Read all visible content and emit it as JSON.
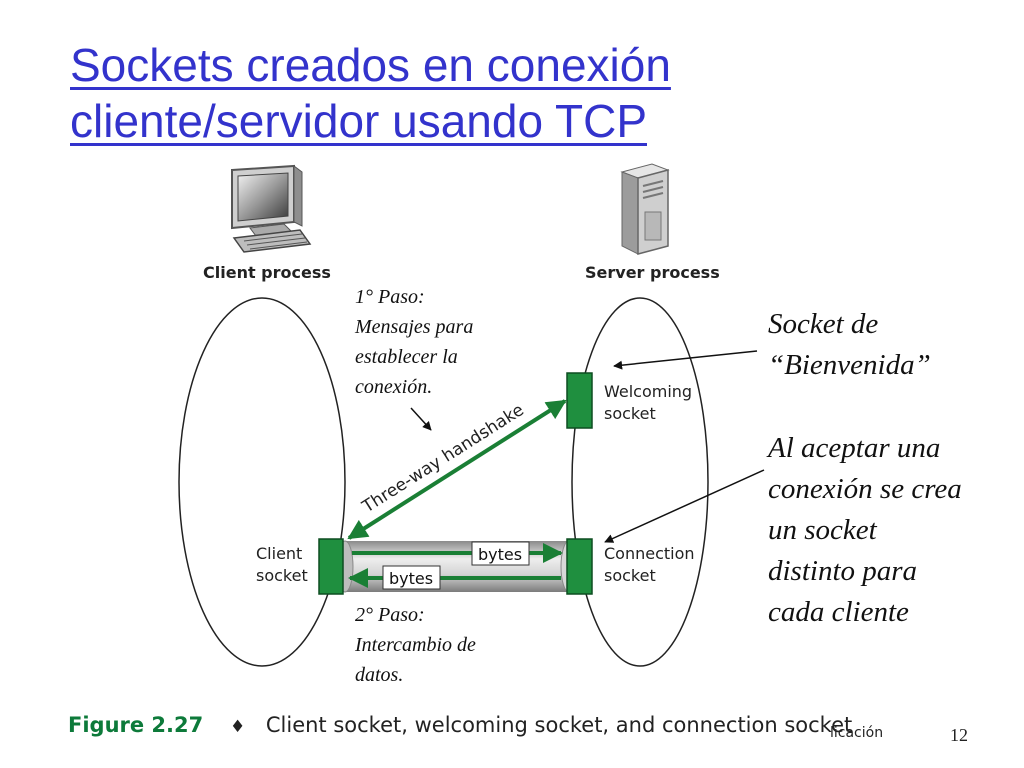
{
  "slide": {
    "title_line1": "Sockets creados en conexión",
    "title_line2": "cliente/servidor usando TCP",
    "page_number": "12",
    "footer_text": "licación"
  },
  "diagram": {
    "client_process_label": "Client process",
    "server_process_label": "Server process",
    "handshake_label": "Three-way handshake",
    "bytes_label_right": "bytes",
    "bytes_label_left": "bytes",
    "client_socket_line1": "Client",
    "client_socket_line2": "socket",
    "welcoming_socket_line1": "Welcoming",
    "welcoming_socket_line2": "socket",
    "connection_socket_line1": "Connection",
    "connection_socket_line2": "socket",
    "colors": {
      "socket_green": "#1f8f3f",
      "arrow_green": "#1a7f35",
      "title_blue": "#3333cc",
      "pipe_gray": "#c8c8c8"
    }
  },
  "notes": {
    "step1": [
      "1° Paso:",
      "Mensajes para",
      "establecer la",
      "conexión."
    ],
    "step2": [
      "2° Paso:",
      "Intercambio de",
      "datos."
    ],
    "welcome_note": [
      "Socket de",
      "“Bienvenida”"
    ],
    "accept_note": [
      "Al aceptar una",
      "conexión se crea",
      "un socket",
      "distinto para",
      "cada cliente"
    ]
  },
  "caption": {
    "figure_label": "Figure 2.27",
    "separator": "♦",
    "text": "Client socket, welcoming socket, and connection socket"
  },
  "icons": [
    "desktop-computer-icon",
    "server-tower-icon"
  ]
}
